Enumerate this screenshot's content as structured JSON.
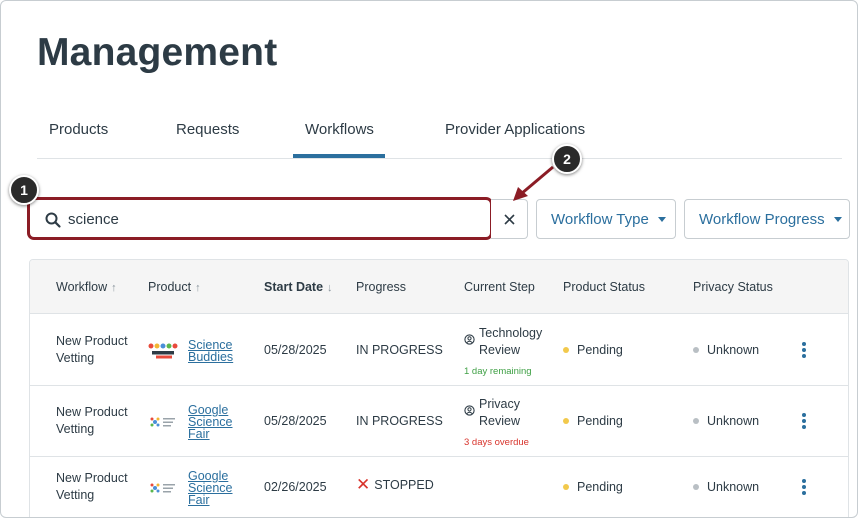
{
  "page": {
    "title": "Management"
  },
  "tabs": [
    "Products",
    "Requests",
    "Workflows",
    "Provider Applications"
  ],
  "active_tab": "Workflows",
  "search": {
    "value": "science",
    "placeholder": ""
  },
  "filters": {
    "workflow_type": "Workflow Type",
    "workflow_progress": "Workflow Progress"
  },
  "callouts": [
    "1",
    "2"
  ],
  "colors": {
    "accent": "#2b6f9e",
    "callout_outline": "#8b1c25",
    "pending_dot": "#f2c94c",
    "unknown_dot": "#b9bfc4",
    "remaining": "#3fa045",
    "overdue": "#d8342c"
  },
  "table": {
    "columns": [
      "Workflow",
      "Product",
      "Start Date",
      "Progress",
      "Current Step",
      "Product Status",
      "Privacy Status"
    ],
    "rows": [
      {
        "workflow": "New Product Vetting",
        "product": "Science Buddies",
        "logo_icon": "science-buddies-logo",
        "start_date": "05/28/2025",
        "progress": "IN PROGRESS",
        "current_step": "Technology Review",
        "step_note": "1 day remaining",
        "product_status": "Pending",
        "privacy_status": "Unknown"
      },
      {
        "workflow": "New Product Vetting",
        "product": "Google Science Fair",
        "logo_icon": "google-science-fair-logo",
        "start_date": "05/28/2025",
        "progress": "IN PROGRESS",
        "current_step": "Privacy Review",
        "step_note": "3 days overdue",
        "product_status": "Pending",
        "privacy_status": "Unknown"
      },
      {
        "workflow": "New Product Vetting",
        "product": "Google Science Fair",
        "logo_icon": "google-science-fair-logo",
        "start_date": "02/26/2025",
        "progress": "STOPPED",
        "current_step": "",
        "step_note": "",
        "product_status": "Pending",
        "privacy_status": "Unknown"
      }
    ]
  }
}
